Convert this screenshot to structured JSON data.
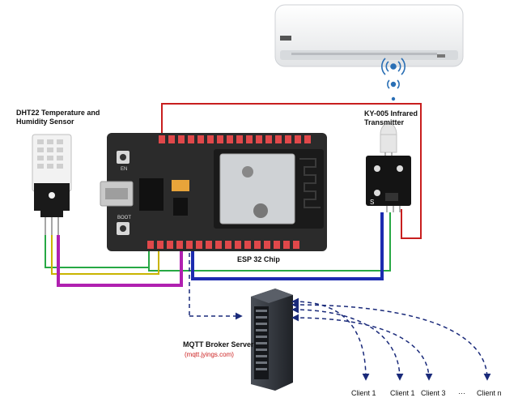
{
  "labels": {
    "dht22": "DHT22 Temperature and Humidity Sensor",
    "ky005": "KY-005 Infrared Transmitter",
    "esp32": "ESP 32 Chip",
    "mqtt_title": "MQTT Broker Server",
    "mqtt_host": "(mqtt.jyings.com)",
    "board_en": "EN",
    "board_boot": "BOOT",
    "ir_s": "S"
  },
  "clients": [
    "Client 1",
    "Client 1",
    "Client 3",
    "···",
    "Client n"
  ],
  "colors": {
    "board": "#2b2b2b",
    "pin": "#e0484a",
    "wire_red": "#c81e1e",
    "wire_green": "#27a844",
    "wire_yellow": "#c9b400",
    "wire_magenta": "#b020b0",
    "wire_blue": "#1c2bb0",
    "dash": "#1a2a7a",
    "server": "#2a2d33"
  }
}
